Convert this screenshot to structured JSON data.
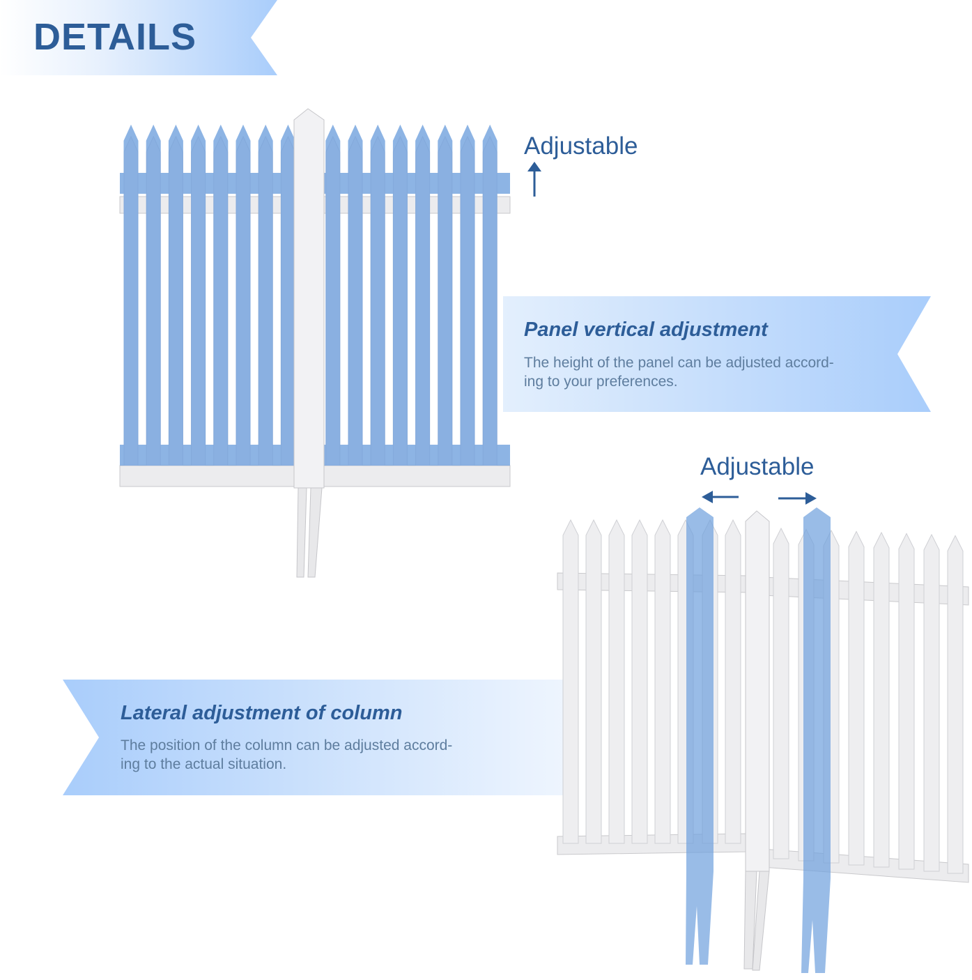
{
  "header": {
    "title": "DETAILS"
  },
  "features": [
    {
      "title": "Panel vertical adjustment",
      "description_line1": "The height of the panel can be adjusted accord-",
      "description_line2": "ing to your preferences."
    },
    {
      "title": "Lateral adjustment of column",
      "description_line1": "The position of the column can be adjusted accord-",
      "description_line2": "ing to the actual situation."
    }
  ],
  "labels": {
    "adjustable_top": "Adjustable",
    "adjustable_bottom": "Adjustable"
  },
  "colors": {
    "accent": "#2d5d98",
    "banner": "#a9cdfb",
    "overlay_blue": "#6e9fdd",
    "fence": "#e9e9eb"
  }
}
